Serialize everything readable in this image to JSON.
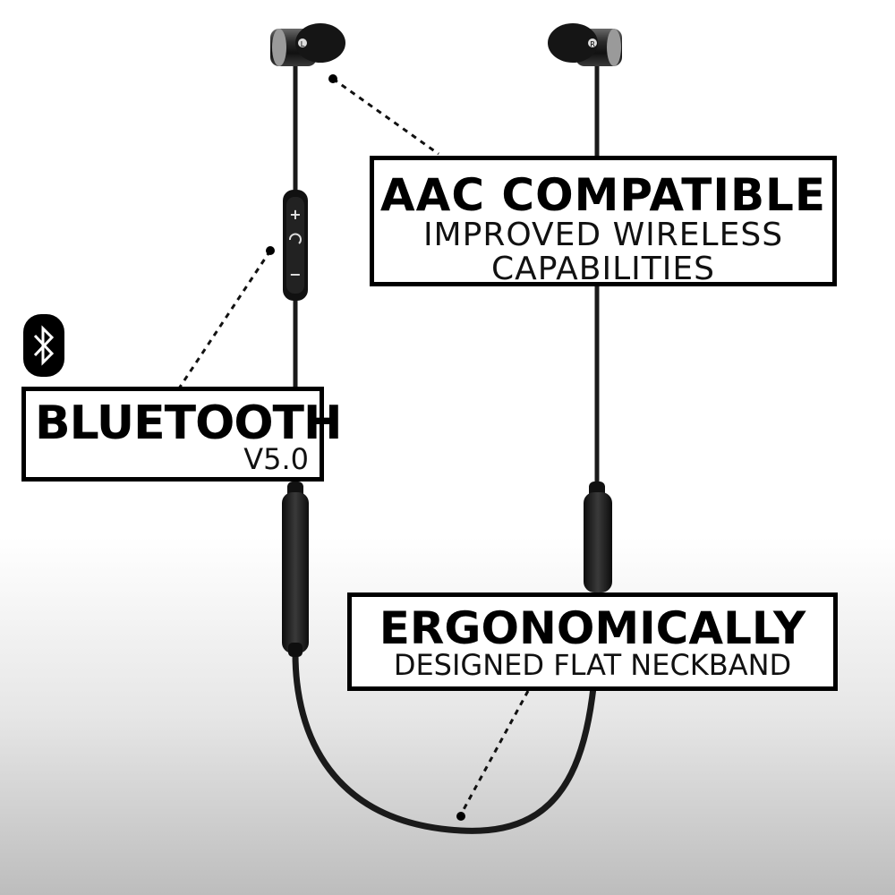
{
  "callouts": {
    "aac": {
      "title": "AAC COMPATIBLE",
      "line1": "IMPROVED WIRELESS",
      "line2": "CAPABILITIES"
    },
    "bluetooth": {
      "title": "BLUETOOTH",
      "version": "V5.0"
    },
    "ergonomic": {
      "title": "ERGONOMICALLY",
      "subtitle": "DESIGNED FLAT NECKBAND"
    }
  },
  "earbuds": {
    "left_mark": "L",
    "right_mark": "R"
  },
  "remote": {
    "plus": "+",
    "minus": "−"
  },
  "icons": {
    "bluetooth_badge": "bluetooth-icon"
  },
  "colors": {
    "frame": "#000000",
    "background": "#ffffff",
    "cable": "#1a1a1a"
  }
}
